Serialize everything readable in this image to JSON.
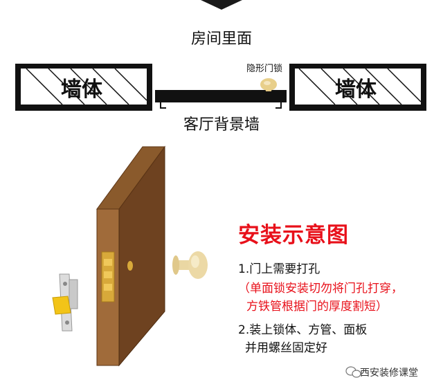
{
  "top_label": "房间里面",
  "bottom_label": "客厅背景墙",
  "wall_label": "墙体",
  "lock_label": "隐形门锁",
  "title": "安装示意图",
  "step1": "1.门上需要打孔",
  "note_line1": "（单面锁安装切勿将门孔打穿，",
  "note_line2": "方铁管根据门的厚度割短）",
  "step2_line1": "2.装上锁体、方管、面板",
  "step2_line2": "并用螺丝固定好",
  "footer": "西安装修课堂",
  "colors": {
    "accent": "#e8101a",
    "door": "#7a4a22",
    "door_edge": "#5c3516",
    "brass": "#e2b84a",
    "knob": "#e8d29a"
  }
}
